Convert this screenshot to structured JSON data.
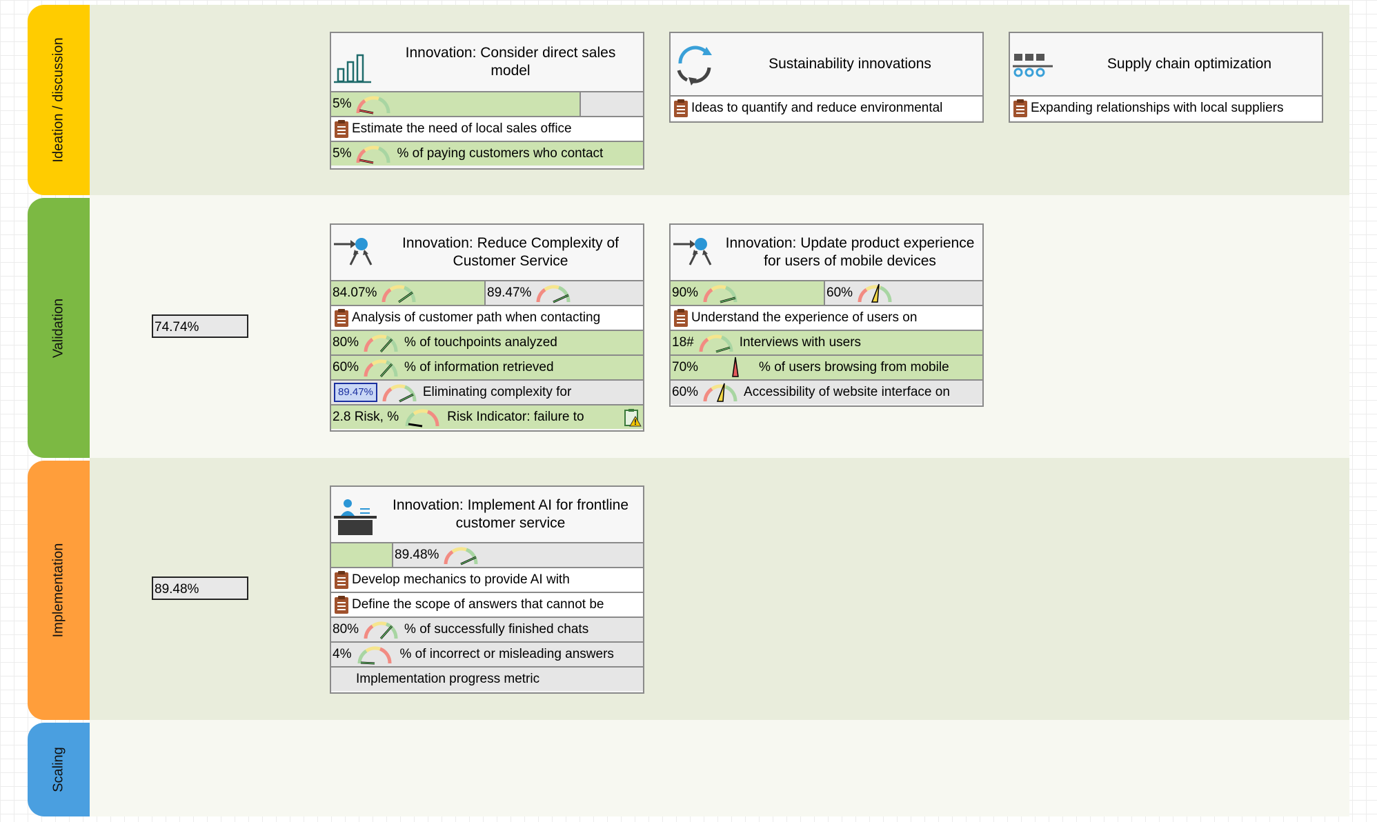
{
  "lanes": [
    {
      "label": "Ideation / discussion",
      "color": "#ffcc00",
      "bg": "#e9eddc"
    },
    {
      "label": "Validation",
      "color": "#7cb943",
      "bg": "#f7f8f1"
    },
    {
      "label": "Implementation",
      "color": "#ff9e3b",
      "bg": "#e9eddc"
    },
    {
      "label": "Scaling",
      "color": "#4a9fe0",
      "bg": "#f7f8f1"
    }
  ],
  "summaries": {
    "validation": "74.74%",
    "implementation": "89.48%"
  },
  "cards": {
    "direct_sales": {
      "title": "Innovation: Consider direct sales model",
      "icon": "bar-chart-icon",
      "progress": {
        "value": "5%",
        "fill": 0.05
      },
      "rows": [
        {
          "kind": "task",
          "text": "Estimate the need of local sales office"
        },
        {
          "kind": "kpi",
          "value": "5%",
          "text": "% of paying customers who contact"
        }
      ]
    },
    "sustainability": {
      "title": "Sustainability innovations",
      "icon": "cycle-arrows-icon",
      "rows": [
        {
          "kind": "task",
          "text": "Ideas to quantify and reduce environmental"
        }
      ]
    },
    "supply_chain": {
      "title": "Supply chain optimization",
      "icon": "conveyor-icon",
      "rows": [
        {
          "kind": "task",
          "text": "Expanding relationships with local suppliers"
        }
      ]
    },
    "reduce_complexity": {
      "title": "Innovation: Reduce Complexity of Customer Service",
      "icon": "process-arrows-icon",
      "progress_a": "84.07%",
      "progress_b": "89.47%",
      "rows": [
        {
          "kind": "task",
          "text": "Analysis of customer path when contacting"
        },
        {
          "kind": "kpi",
          "value": "80%",
          "text": "% of touchpoints analyzed"
        },
        {
          "kind": "kpi",
          "value": "60%",
          "text": "% of information retrieved"
        },
        {
          "kind": "kpi",
          "value": "89.47%",
          "text": "Eliminating complexity for"
        },
        {
          "kind": "risk",
          "value": "2.8 Risk, %",
          "text": "Risk Indicator: failure to"
        }
      ]
    },
    "mobile": {
      "title": "Innovation: Update product experience for users of mobile devices",
      "icon": "process-arrows-icon",
      "progress_a": "90%",
      "progress_b": "60%",
      "rows": [
        {
          "kind": "task",
          "text": "Understand the experience of users on"
        },
        {
          "kind": "kpi",
          "value": "18#",
          "text": "Interviews with users"
        },
        {
          "kind": "kpi",
          "value": "70%",
          "text": "% of users browsing from mobile"
        },
        {
          "kind": "kpi",
          "value": "60%",
          "text": "Accessibility of website interface on"
        }
      ]
    },
    "ai_frontline": {
      "title": "Innovation: Implement AI for frontline customer service",
      "icon": "support-desk-icon",
      "progress": "89.48%",
      "rows": [
        {
          "kind": "task",
          "text": "Develop mechanics to provide AI with"
        },
        {
          "kind": "task",
          "text": "Define the scope of answers that cannot be"
        },
        {
          "kind": "kpi",
          "value": "80%",
          "text": "% of successfully finished chats"
        },
        {
          "kind": "kpi",
          "value": "4%",
          "text": "% of incorrect or misleading answers"
        },
        {
          "kind": "metric",
          "text": "Implementation progress metric"
        }
      ]
    }
  }
}
